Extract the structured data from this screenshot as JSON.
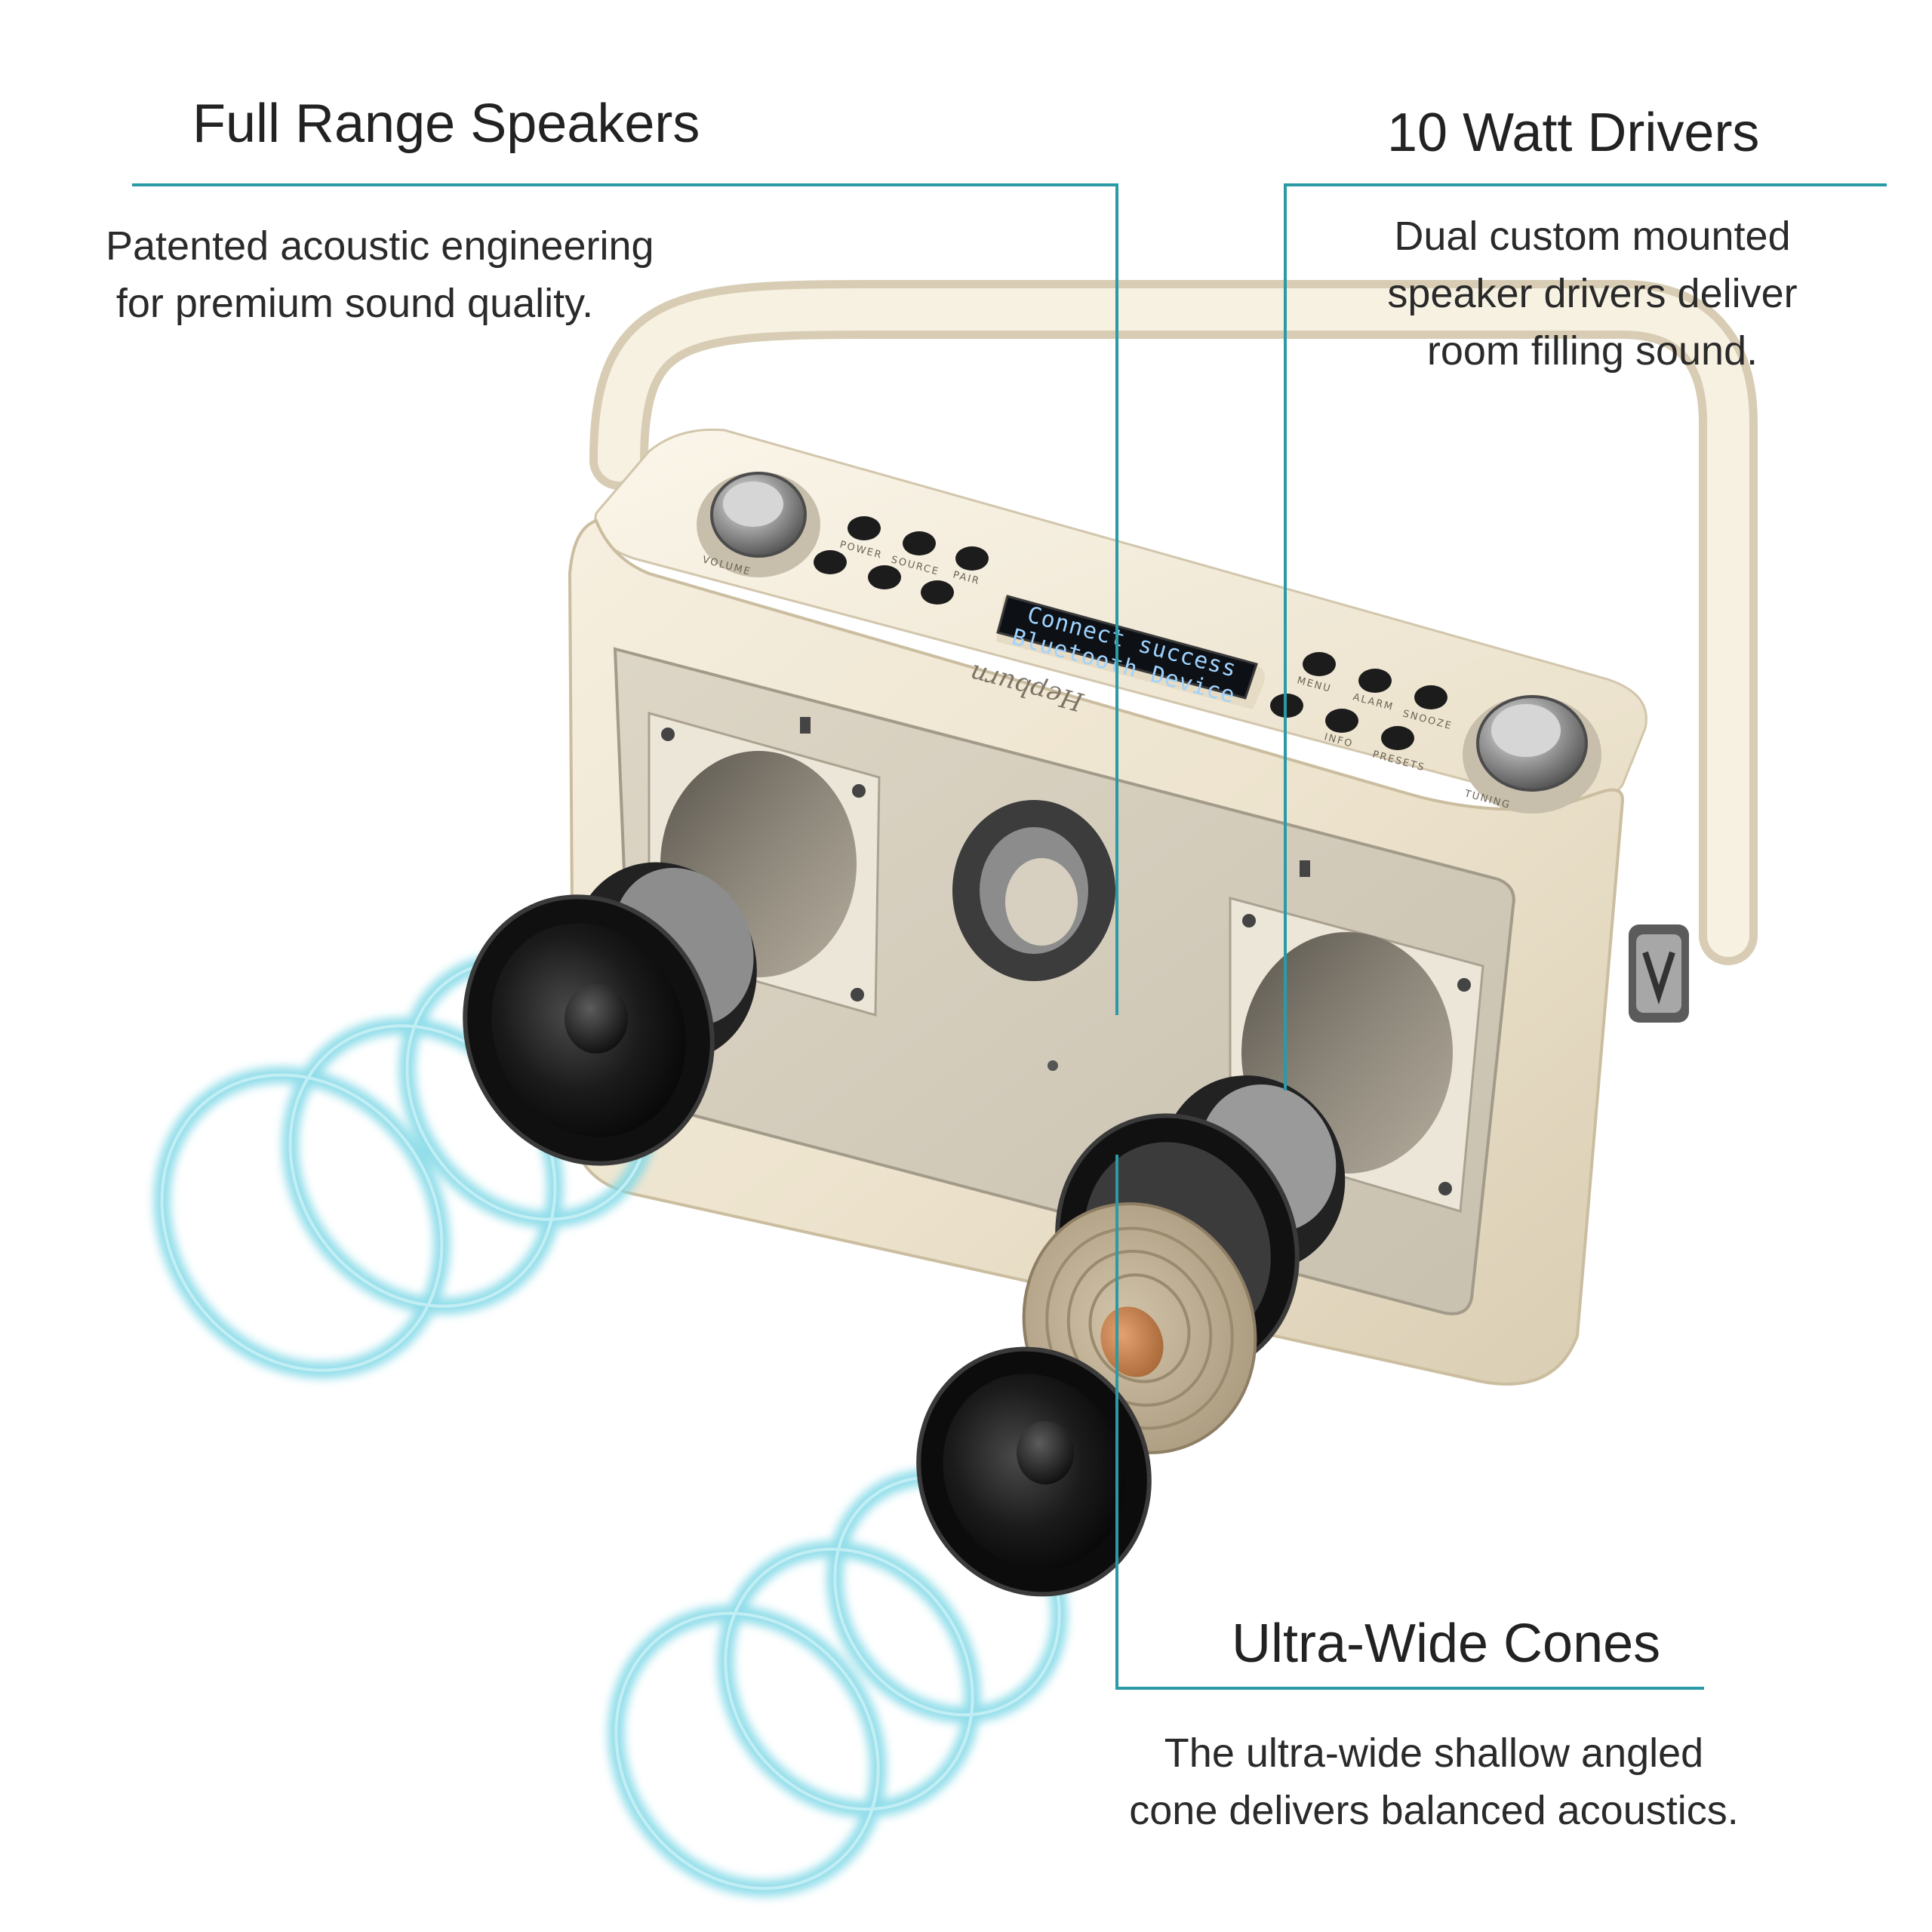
{
  "callouts": {
    "full_range": {
      "title": "Full Range Speakers",
      "lines": [
        "Patented acoustic engineering",
        "for premium sound quality."
      ]
    },
    "drivers": {
      "title": "10 Watt Drivers",
      "lines": [
        "Dual custom mounted",
        "speaker drivers deliver",
        "room filling sound."
      ]
    },
    "cones": {
      "title": "Ultra-Wide Cones",
      "lines": [
        "The ultra-wide shallow angled",
        "cone delivers balanced acoustics."
      ]
    }
  },
  "radio": {
    "display_lines": [
      "Connect success",
      "Bluetooth Device"
    ],
    "brand": "Hepburn",
    "knob_labels": {
      "left": "VOLUME",
      "right": "TUNING"
    },
    "button_labels": [
      "POWER",
      "SOURCE",
      "PAIR",
      "MENU",
      "ALARM",
      "SNOOZE",
      "INFO",
      "PRESETS"
    ]
  },
  "colors": {
    "accent_line": "#2a9aa6",
    "glow": "#7fd8e6",
    "body_cream": "#efe6d2",
    "speaker_black": "#151515",
    "cone_beige": "#b9a98e",
    "dust_cap_orange": "#c48452"
  }
}
